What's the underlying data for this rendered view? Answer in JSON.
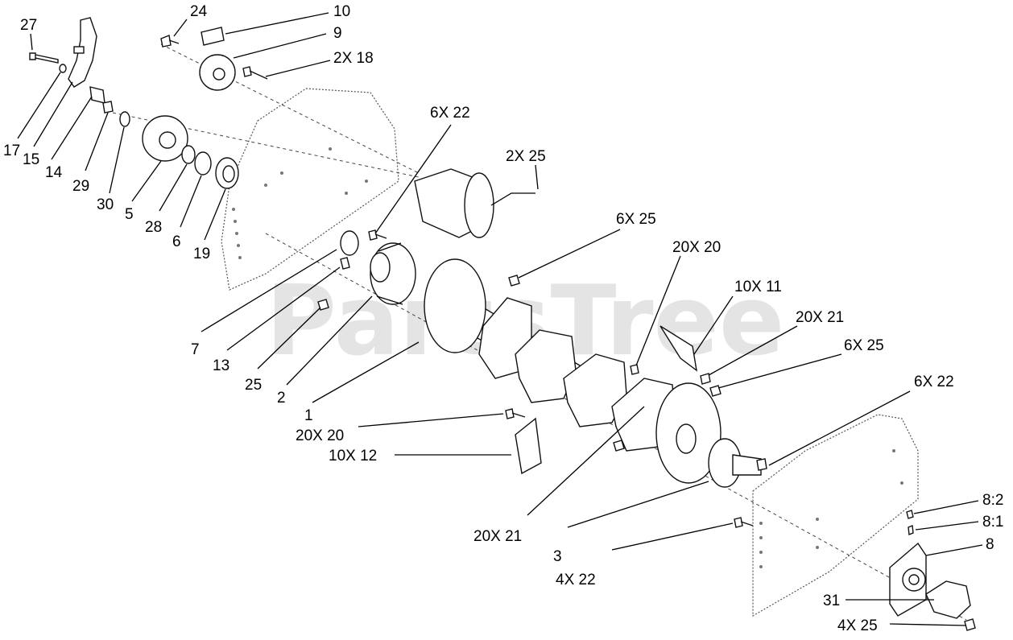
{
  "watermark": "PartsTree",
  "labels": {
    "l27": "27",
    "l24": "24",
    "l10": "10",
    "l9": "9",
    "l2x18": "2X 18",
    "l17": "17",
    "l15": "15",
    "l14": "14",
    "l29": "29",
    "l30": "30",
    "l5": "5",
    "l28": "28",
    "l6": "6",
    "l19": "19",
    "l6x22a": "6X 22",
    "l2x25": "2X 25",
    "l6x25a": "6X 25",
    "l20x20a": "20X 20",
    "l10x11": "10X 11",
    "l20x21a": "20X 21",
    "l6x25b": "6X 25",
    "l6x22b": "6X 22",
    "l7": "7",
    "l13": "13",
    "l25": "25",
    "l2": "2",
    "l1": "1",
    "l20x20b": "20X 20",
    "l10x12": "10X 12",
    "l20x21b": "20X 21",
    "l3": "3",
    "l4x22": "4X 22",
    "l8_2": "8:2",
    "l8_1": "8:1",
    "l8": "8",
    "l31": "31",
    "l4x25": "4X 25"
  }
}
